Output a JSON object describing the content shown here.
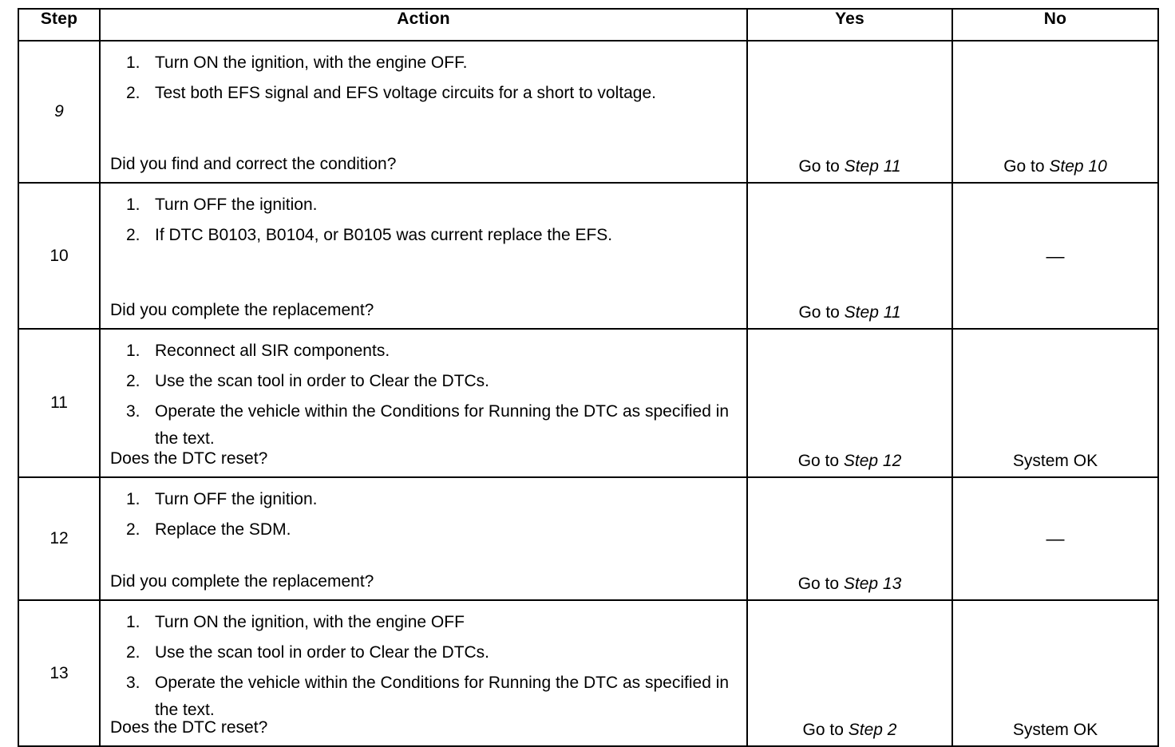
{
  "table": {
    "headers": {
      "step": "Step",
      "action": "Action",
      "yes": "Yes",
      "no": "No"
    },
    "rows": [
      {
        "step": "9",
        "step_italic": true,
        "actions": [
          {
            "marker": "1.",
            "text": "Turn ON the ignition, with the engine OFF."
          },
          {
            "marker": "2.",
            "text": "Test both EFS signal and EFS voltage circuits for a short to voltage."
          }
        ],
        "question": "Did you find and correct the condition?",
        "yes": {
          "prefix": "Go to ",
          "italic": "Step 11",
          "position": "bottom"
        },
        "no": {
          "prefix": "Go to ",
          "italic": "Step 10",
          "position": "bottom"
        }
      },
      {
        "step": "10",
        "step_italic": false,
        "actions": [
          {
            "marker": "1.",
            "text": "Turn OFF the ignition."
          },
          {
            "marker": "2.",
            "text": "If DTC B0103, B0104, or B0105 was current replace the EFS."
          }
        ],
        "question": "Did you complete the replacement?",
        "yes": {
          "prefix": "Go to ",
          "italic": "Step 11",
          "position": "bottom"
        },
        "no": {
          "prefix": "",
          "italic": "",
          "dash": "—",
          "position": "middle"
        }
      },
      {
        "step": "11",
        "step_italic": false,
        "actions": [
          {
            "marker": "1.",
            "text": "Reconnect all SIR components."
          },
          {
            "marker": "2.",
            "text": "Use the scan tool in order to Clear the DTCs."
          },
          {
            "marker": "3.",
            "text": "Operate the vehicle within the Conditions for Running the DTC as specified in the text."
          }
        ],
        "question": "Does the DTC reset?",
        "yes": {
          "prefix": "Go to ",
          "italic": "Step 12",
          "position": "bottom"
        },
        "no": {
          "prefix": "System OK",
          "italic": "",
          "position": "bottom"
        }
      },
      {
        "step": "12",
        "step_italic": false,
        "actions": [
          {
            "marker": "1.",
            "text": "Turn OFF the ignition."
          },
          {
            "marker": "2.",
            "text": "Replace the SDM."
          }
        ],
        "question": "Did you complete the replacement?",
        "yes": {
          "prefix": "Go to ",
          "italic": "Step 13",
          "position": "bottom"
        },
        "no": {
          "prefix": "",
          "italic": "",
          "dash": "—",
          "position": "middle"
        }
      },
      {
        "step": "13",
        "step_italic": false,
        "actions": [
          {
            "marker": "1.",
            "text": "Turn ON the ignition, with the engine OFF"
          },
          {
            "marker": "2.",
            "text": "Use the scan tool in order to Clear the DTCs."
          },
          {
            "marker": "3.",
            "text": "Operate the vehicle within the Conditions for Running the DTC as specified in the text."
          }
        ],
        "question": "Does the DTC reset?",
        "yes": {
          "prefix": "Go to ",
          "italic": "Step 2",
          "position": "bottom"
        },
        "no": {
          "prefix": "System OK",
          "italic": "",
          "position": "bottom"
        }
      }
    ]
  }
}
